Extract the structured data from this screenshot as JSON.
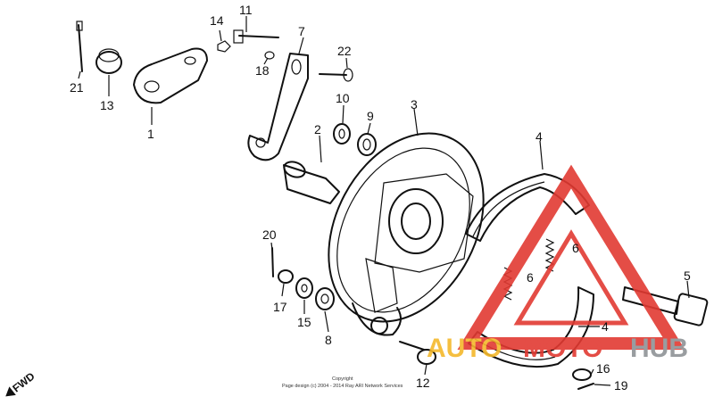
{
  "callouts": {
    "n1": "1",
    "n2": "2",
    "n3": "3",
    "n4a": "4",
    "n4b": "4",
    "n5": "5",
    "n6a": "6",
    "n6b": "6",
    "n7": "7",
    "n8": "8",
    "n9": "9",
    "n10": "10",
    "n11": "11",
    "n12": "12",
    "n13": "13",
    "n14": "14",
    "n15": "15",
    "n16": "16",
    "n17": "17",
    "n18": "18",
    "n19": "19",
    "n20": "20",
    "n21": "21",
    "n22": "22"
  },
  "direction_label": "FWD",
  "copyright": {
    "line1": "Copyright",
    "line2": "Page design (c) 2004 - 2014 Ray ARI Network Services"
  },
  "watermark": {
    "part1": "AUTO",
    "part2": "MOTO",
    "part3": "HUB",
    "colors": {
      "triangle": "#e23a32",
      "auto": "#f4b92c",
      "moto": "#e23a32",
      "hub": "#8f9396"
    }
  }
}
